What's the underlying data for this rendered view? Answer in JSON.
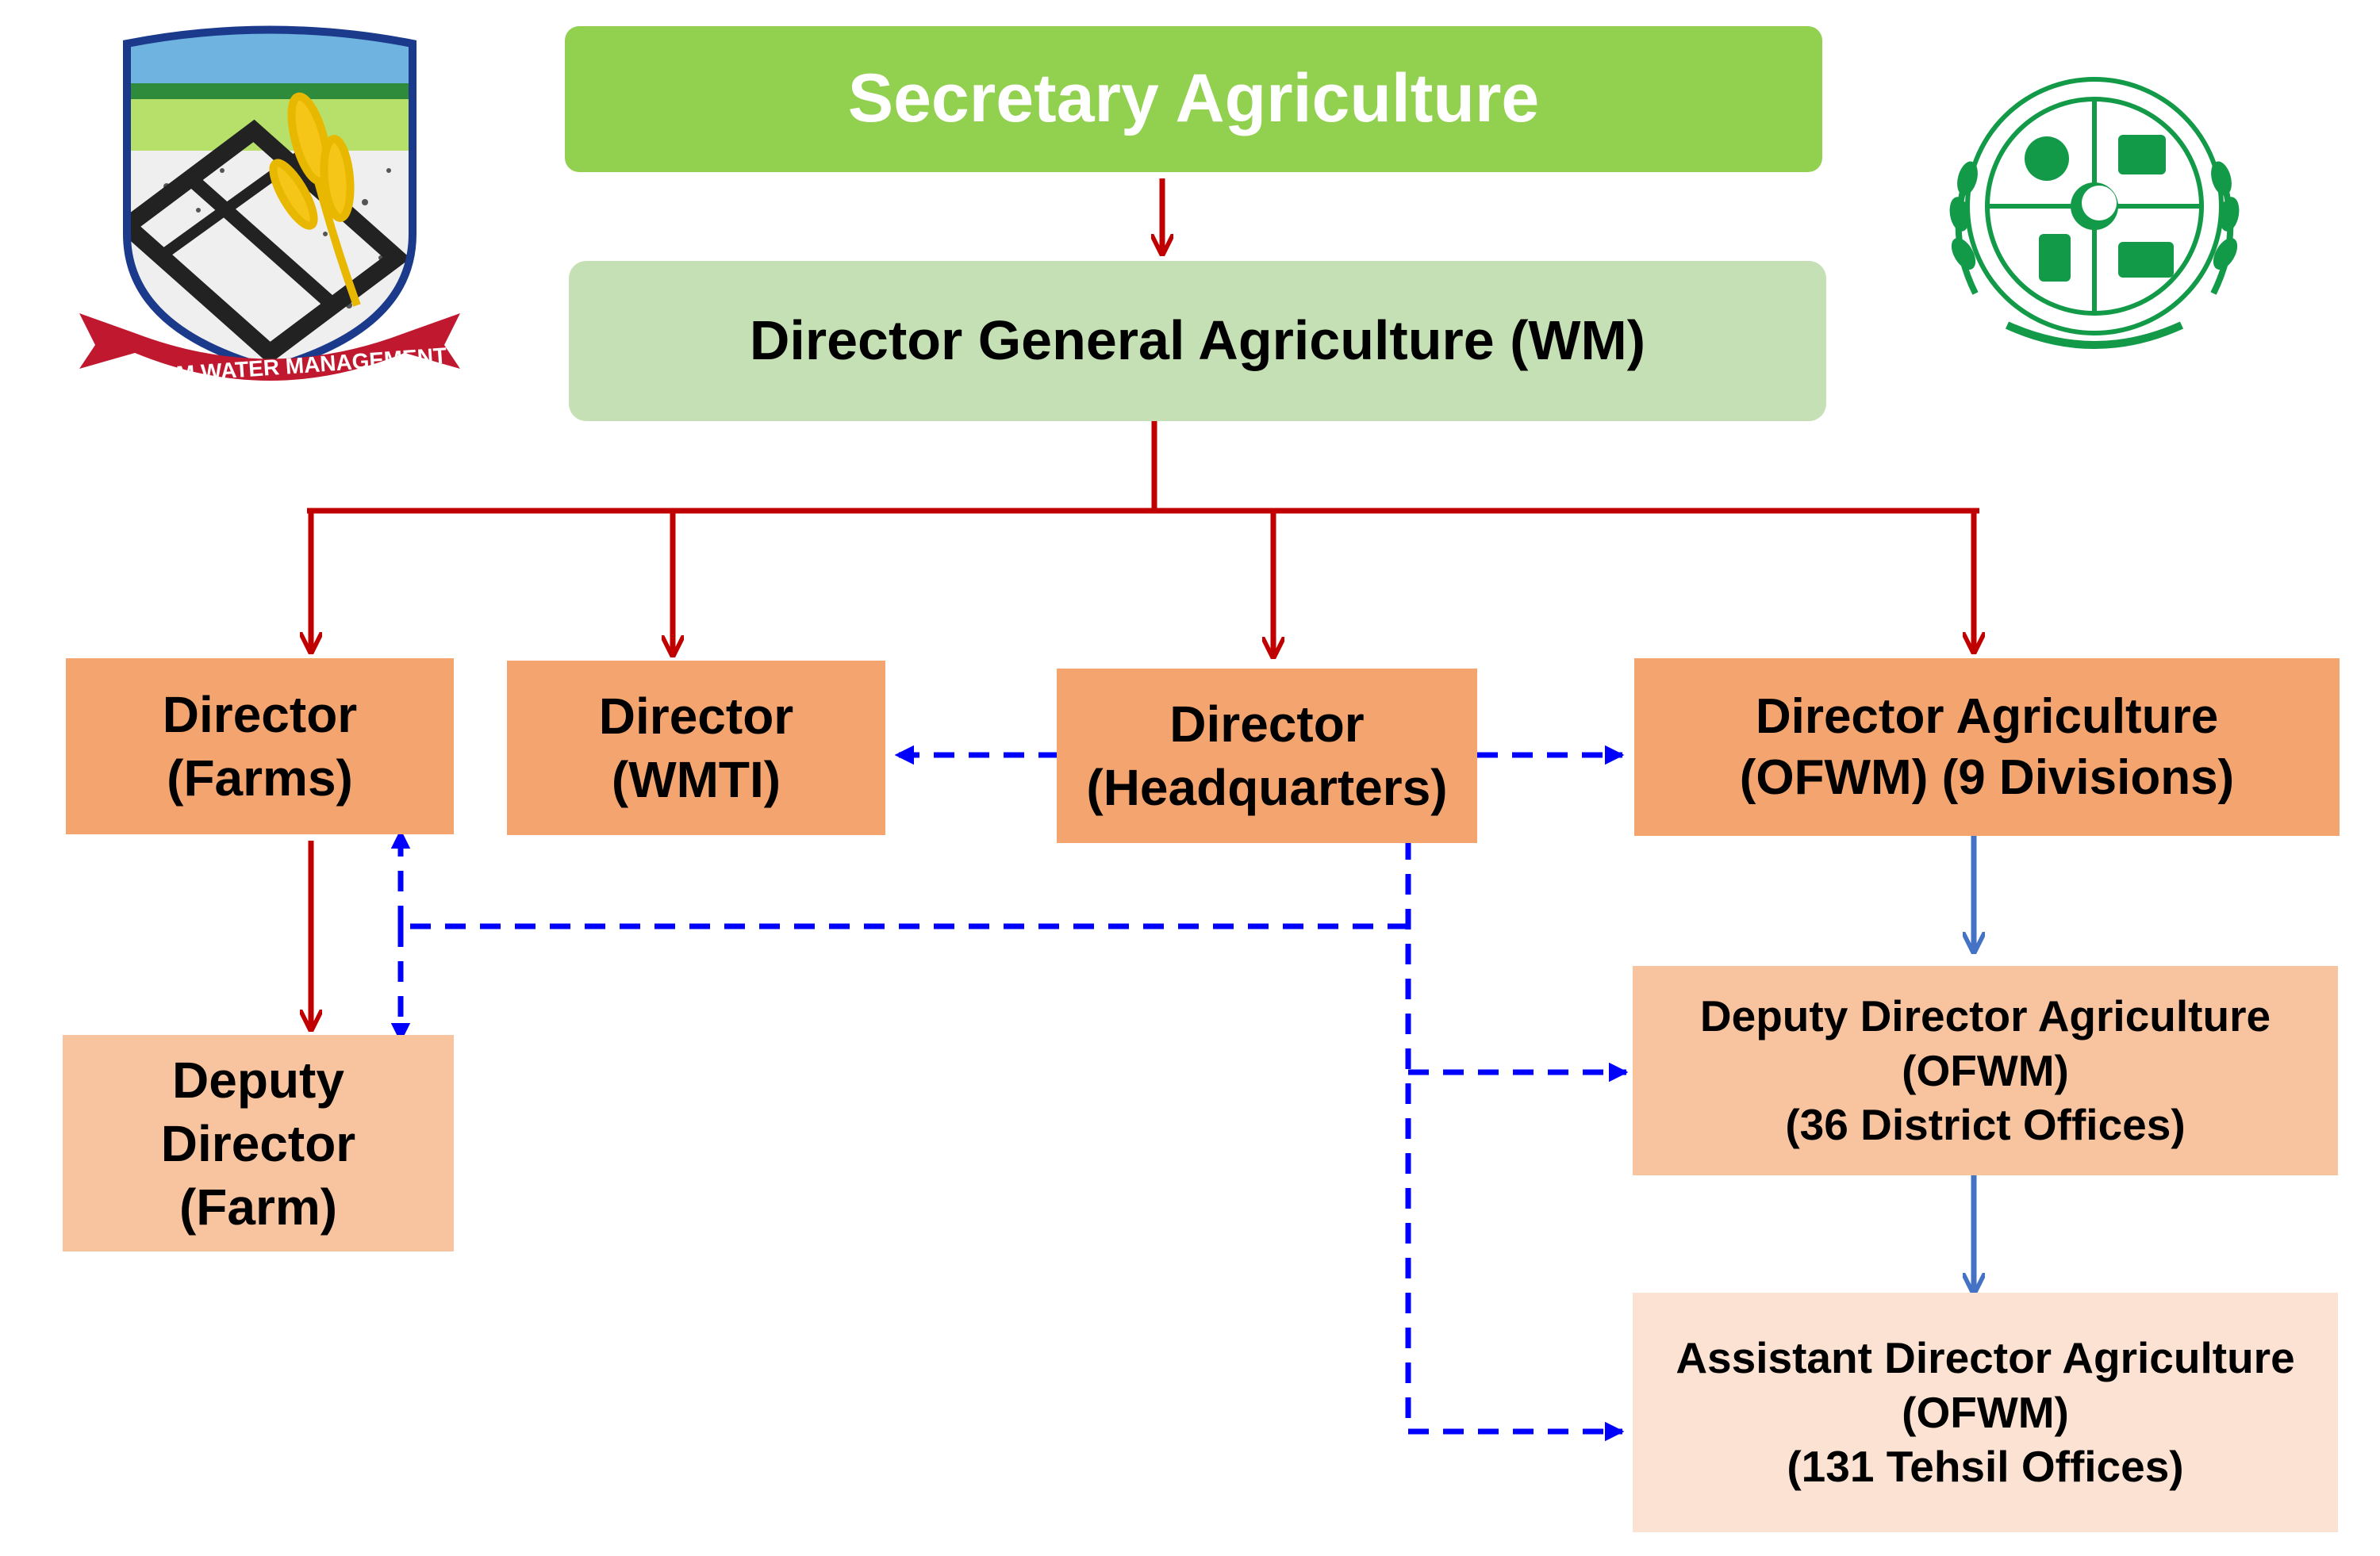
{
  "diagram": {
    "nodes": {
      "secretary": {
        "lines": [
          "Secretary Agriculture"
        ],
        "fill": "#92D050",
        "text_color": "#FFFFFF"
      },
      "dg": {
        "lines": [
          "Director General Agriculture (WM)"
        ],
        "fill": "#C5E0B4",
        "text_color": "#000000"
      },
      "dir_farms": {
        "lines": [
          "Director",
          "(Farms)"
        ],
        "fill": "#F4A46E",
        "text_color": "#000000"
      },
      "dir_wmti": {
        "lines": [
          "Director",
          "(WMTI)"
        ],
        "fill": "#F4A46E",
        "text_color": "#000000"
      },
      "dir_hq": {
        "lines": [
          "Director",
          "(Headquarters)"
        ],
        "fill": "#F4A46E",
        "text_color": "#000000"
      },
      "dir_ofwm": {
        "lines": [
          "Director Agriculture",
          "(OFWM) (9 Divisions)"
        ],
        "fill": "#F4A46E",
        "text_color": "#000000"
      },
      "dd_farm": {
        "lines": [
          "Deputy",
          "Director",
          "(Farm)"
        ],
        "fill": "#F8C4A0",
        "text_color": "#000000"
      },
      "dd_ofwm": {
        "lines": [
          "Deputy Director Agriculture",
          "(OFWM)",
          "(36 District Offices)"
        ],
        "fill": "#F8C4A0",
        "text_color": "#000000"
      },
      "ad_ofwm": {
        "lines": [
          "Assistant Director Agriculture",
          "(OFWM)",
          "(131 Tehsil Offices)"
        ],
        "fill": "#FBE2D2",
        "text_color": "#000000"
      }
    },
    "edge_colors": {
      "reporting": "#C00000",
      "coordination": "#0000FF",
      "district_chain": "#4472C4"
    }
  },
  "logos": {
    "left": {
      "icon": "ofwm-shield-logo",
      "banner_text": "ON FARM WATER MANAGEMENT"
    },
    "right": {
      "icon": "punjab-agriculture-seal"
    }
  }
}
